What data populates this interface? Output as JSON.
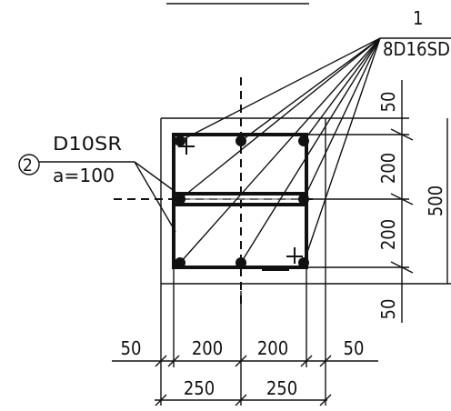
{
  "bar_mark": {
    "number": "1",
    "spec": "8D16SD"
  },
  "link_mark": {
    "number": "②",
    "spec": "D10SR",
    "spacing": "a=100"
  },
  "dimensions": {
    "right_segments": [
      "50",
      "200",
      "200",
      "50"
    ],
    "right_total": "500",
    "bottom_segments": [
      "50",
      "200",
      "200",
      "50"
    ],
    "bottom_halves": [
      "250",
      "250"
    ]
  }
}
